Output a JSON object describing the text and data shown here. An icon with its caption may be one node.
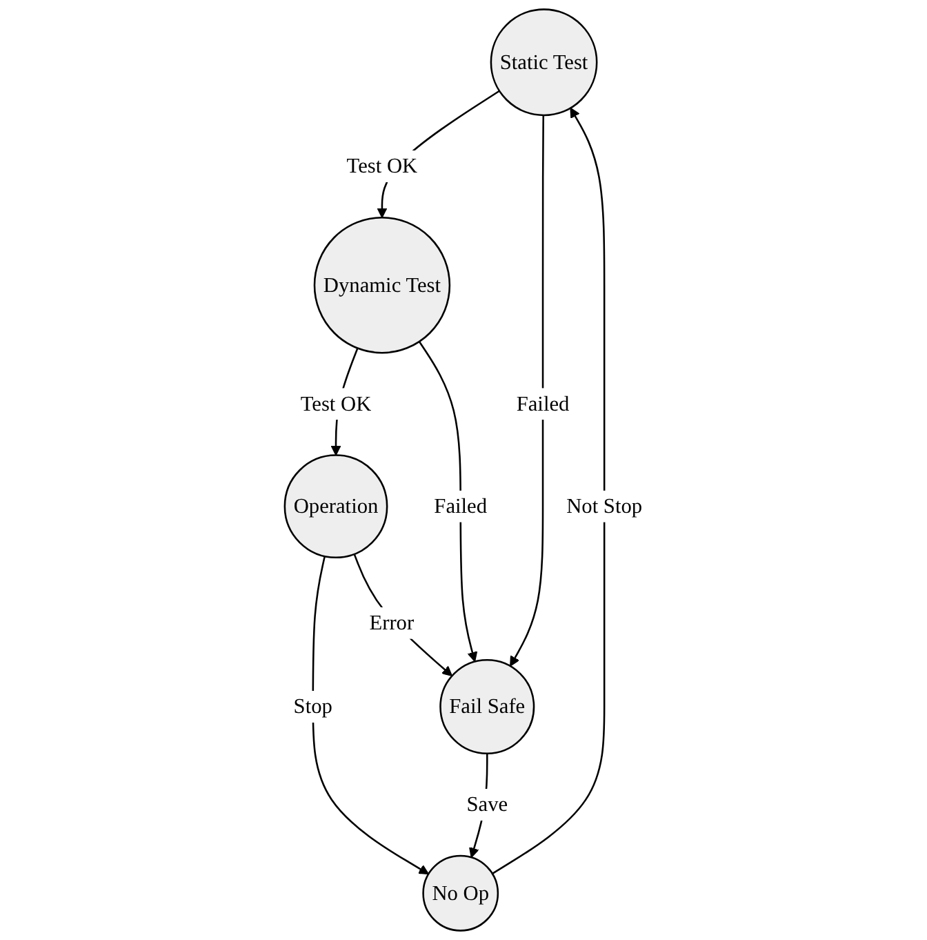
{
  "diagram": {
    "nodes": [
      {
        "text": [
          "Static Test"
        ]
      },
      {
        "text": [
          "No Op"
        ]
      },
      {
        "text": [
          "Fail Safe"
        ]
      },
      {
        "text": [
          "Dynamic Test"
        ]
      },
      {
        "text": [
          "Operation"
        ]
      }
    ],
    "edges": [
      {
        "from": 0,
        "to": 3,
        "label": "Test OK",
        "arrow": "to"
      },
      {
        "from": 3,
        "to": 4,
        "label": "Test OK",
        "arrow": "to"
      },
      {
        "from": 4,
        "to": 1,
        "label": "Stop",
        "arrow": "to"
      },
      {
        "from": 1,
        "to": 0,
        "label": "Not Stop",
        "arrow": "to"
      },
      {
        "from": 0,
        "to": 2,
        "label": "Failed",
        "arrow": "to"
      },
      {
        "from": 3,
        "to": 2,
        "label": "Failed",
        "arrow": "to"
      },
      {
        "from": 4,
        "to": 2,
        "label": "Error",
        "arrow": "to"
      },
      {
        "from": 2,
        "to": 1,
        "label": "Save",
        "arrow": "to"
      }
    ]
  }
}
